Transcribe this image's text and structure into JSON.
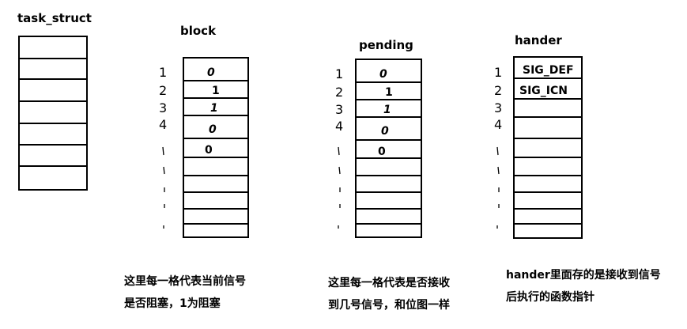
{
  "columns": {
    "task_struct": {
      "title": "task_struct"
    },
    "block": {
      "title": "block",
      "values": [
        "0",
        "1",
        "1",
        "0",
        "0"
      ]
    },
    "pending": {
      "title": "pending",
      "values": [
        "0",
        "1",
        "1",
        "0",
        "0"
      ]
    },
    "hander": {
      "title": "hander",
      "cells": [
        "SIG_DEF",
        "SIG_ICN"
      ]
    }
  },
  "row_index": [
    "1",
    "2",
    "3",
    "4"
  ],
  "notes": {
    "block": [
      "这里每一格代表当前信号",
      "是否阻塞，1为阻塞"
    ],
    "pending": [
      "这里每一格代表是否接收",
      "到几号信号，和位图一样"
    ],
    "hander": [
      "hander里面存的是接收到信号",
      "后执行的函数指针"
    ]
  }
}
